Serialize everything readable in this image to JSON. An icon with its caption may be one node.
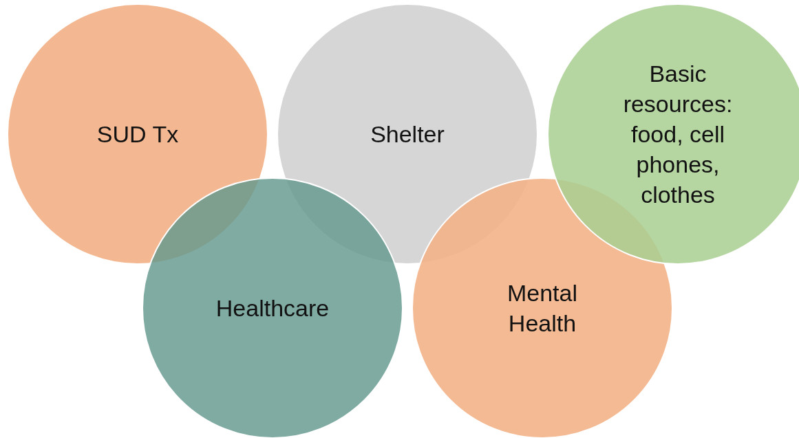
{
  "diagram": {
    "nodes": [
      {
        "text": [
          "SUD Tx"
        ]
      },
      {
        "text": [
          "Shelter"
        ]
      },
      {
        "text": [
          "Basic resources: food, cell phones, clothes"
        ]
      },
      {
        "text": [
          "Healthcare"
        ]
      },
      {
        "text": [
          "Mental Health"
        ]
      }
    ]
  }
}
